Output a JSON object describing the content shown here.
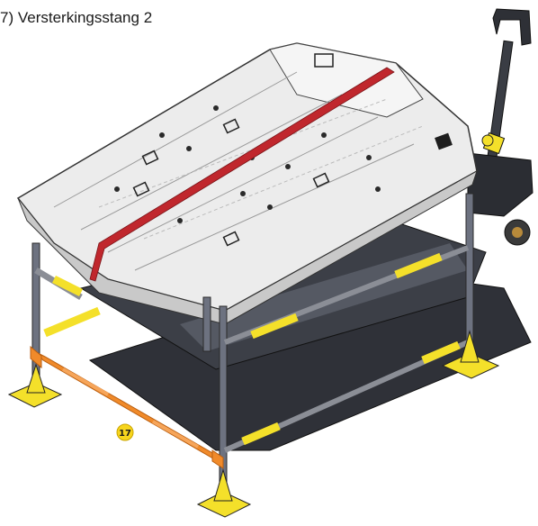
{
  "caption": "7) Versterkingsstang 2",
  "callout": {
    "number": "17"
  },
  "colors": {
    "highlight": "#f08a2a",
    "strap": "#c0272d",
    "stand": "#f4e02a",
    "callout_bg": "#f7d51d",
    "frame": "#3c3f47",
    "pack": "#ececec",
    "line": "#3a3a3a"
  },
  "icons": [
    "battery-pack-illustration",
    "pallet-jack-icon",
    "stand-icon"
  ]
}
